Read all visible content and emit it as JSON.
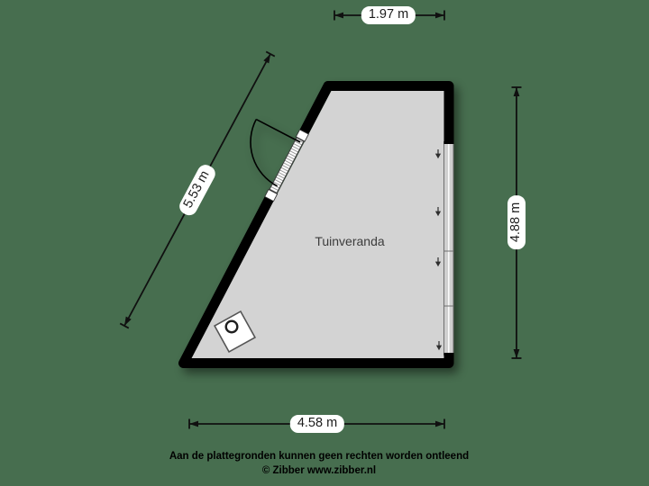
{
  "floorplan": {
    "room_label": "Tuinveranda",
    "dimensions": {
      "top": "1.97 m",
      "diagonal": "5.53 m",
      "right": "4.88 m",
      "bottom": "4.58 m"
    },
    "footer": {
      "disclaimer": "Aan de plattegronden kunnen geen rechten worden ontleend",
      "copyright": "© Zibber www.zibber.nl"
    },
    "colors": {
      "background": "#476E4F",
      "floor": "#D3D3D3",
      "wall": "#000000",
      "window": "#CFCFCF",
      "label_background": "#FFFFFF",
      "dimension_line": "#101010"
    },
    "symbols": {
      "door": "swing-door-on-diagonal-wall",
      "window_wall": "glass-panel-wall-right",
      "furniture": "square-table-with-ring"
    }
  }
}
